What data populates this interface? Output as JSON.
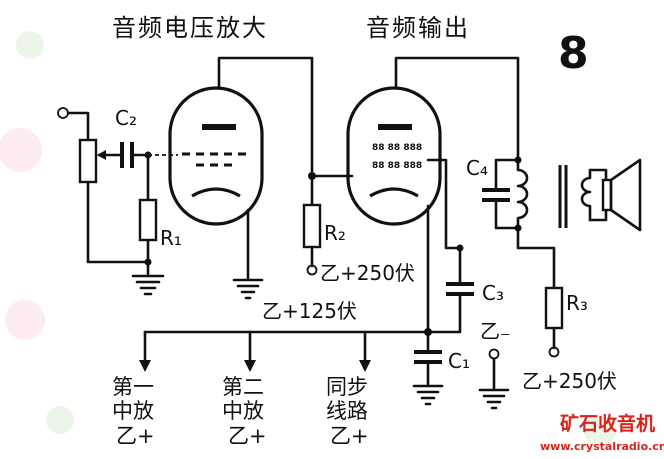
{
  "titles": {
    "left": "音频电压放大",
    "right": "音频输出",
    "number": "8"
  },
  "labels": {
    "c2": "C₂",
    "c4": "C₄",
    "c3": "C₃",
    "c1": "C₁",
    "r1": "R₁",
    "r2": "R₂",
    "r3": "R₃",
    "b250_left": "乙+250伏",
    "b125": "乙+125伏",
    "b250_right": "乙+250伏",
    "b_minus": "乙₋"
  },
  "outputs": [
    {
      "line1": "第一",
      "line2": "中放",
      "line3": "乙+"
    },
    {
      "line1": "第二",
      "line2": "中放",
      "line3": "乙+"
    },
    {
      "line1": "同步",
      "line2": "线路",
      "line3": "乙+"
    }
  ],
  "tube_text": {
    "grid_row1": "88 88 888",
    "grid_row2": "88 88 888"
  },
  "watermark": {
    "name": "矿石收音机",
    "url": "www.crystalradio.cn"
  },
  "colors": {
    "ink": "#111111",
    "watermark": "#d8241c",
    "deco_pink": "#f6c9d8",
    "deco_green": "#cfe8c6"
  }
}
